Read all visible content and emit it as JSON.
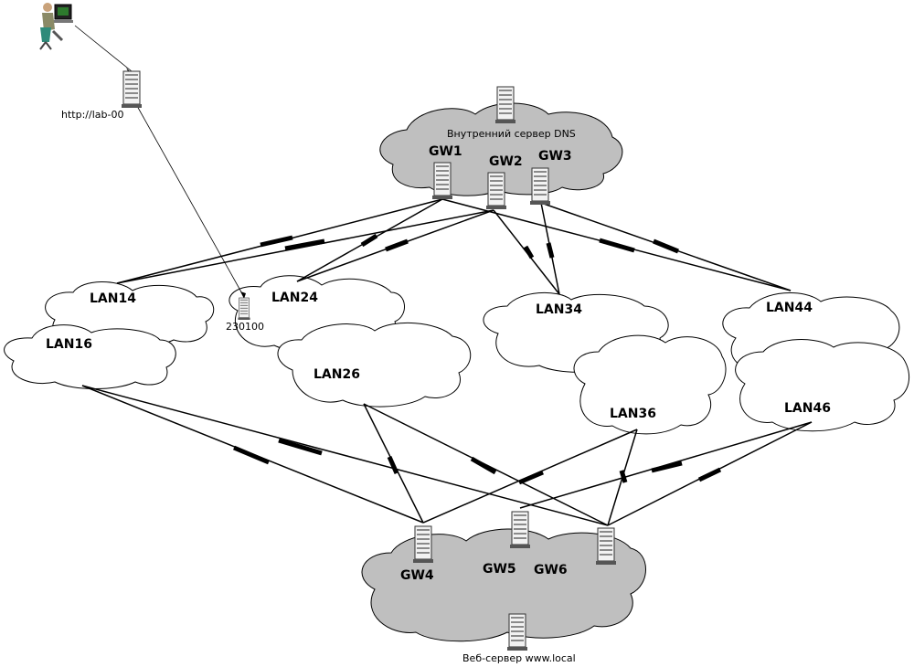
{
  "user": {
    "icon": "user-workstation-icon"
  },
  "servers": {
    "lab": "http://lab-00",
    "dns": "Внутренний сервер DNS",
    "web": "Веб-сервер www.local",
    "small_node": "230100"
  },
  "gateways": [
    "GW1",
    "GW2",
    "GW3",
    "GW4",
    "GW5",
    "GW6"
  ],
  "lans": [
    "LAN14",
    "LAN16",
    "LAN24",
    "LAN26",
    "LAN34",
    "LAN36",
    "LAN44",
    "LAN46"
  ],
  "colors": {
    "core_cloud": "#bfbfbf",
    "lan_cloud": "#ffffff",
    "line": "#000000"
  }
}
